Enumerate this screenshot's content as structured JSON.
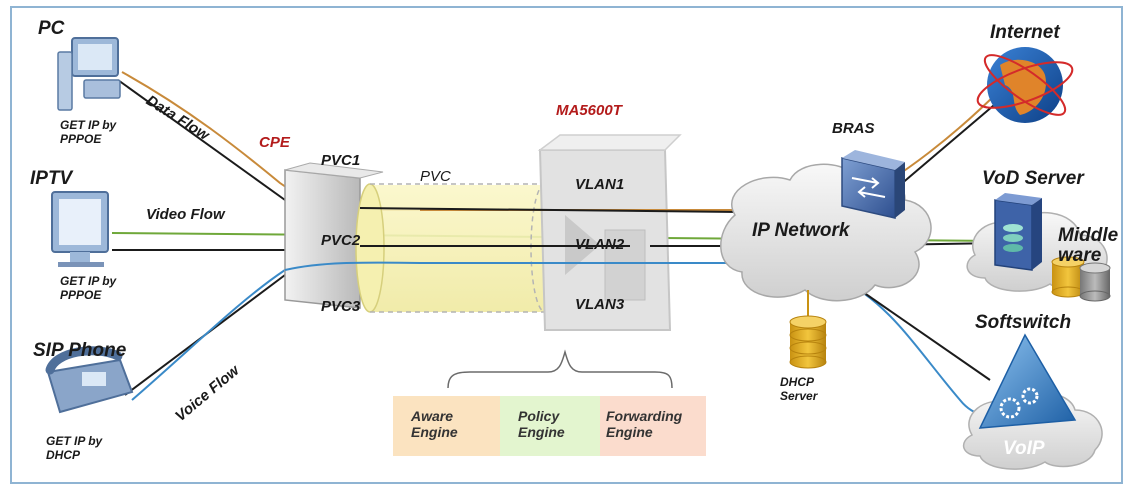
{
  "devices": {
    "pc": {
      "name": "PC",
      "ip_note": "GET IP by PPPOE"
    },
    "iptv": {
      "name": "IPTV",
      "ip_note": "GET IP by PPPOE"
    },
    "sip": {
      "name": "SIP Phone",
      "ip_note": "GET IP by DHCP"
    },
    "cpe": "CPE",
    "olt": "MA5600T",
    "bras": "BRAS",
    "internet": "Internet",
    "vod": "VoD Server",
    "middleware": "Middle ware",
    "softswitch": "Softswitch",
    "voip": "VoIP",
    "dhcp": "DHCP Server",
    "ip_network": "IP Network"
  },
  "flows": {
    "data": "Data Flow",
    "video": "Video Flow",
    "voice": "Voice Flow"
  },
  "pvc": {
    "label": "PVC",
    "pvc1": "PVC1",
    "pvc2": "PVC2",
    "pvc3": "PVC3"
  },
  "vlans": [
    "VLAN1",
    "VLAN2",
    "VLAN3"
  ],
  "engines": [
    "Aware Engine",
    "Policy Engine",
    "Forwarding Engine"
  ],
  "colors": {
    "data_flow": "#c88a3a",
    "video_flow": "#6fa83a",
    "voice_flow": "#3a8ac8",
    "aware_engine": "#fbe3c0",
    "policy_engine": "#e3f5cf",
    "forwarding_engine": "#fbdccd",
    "frame": "#8fb4d3",
    "title_red": "#b31b1b"
  }
}
